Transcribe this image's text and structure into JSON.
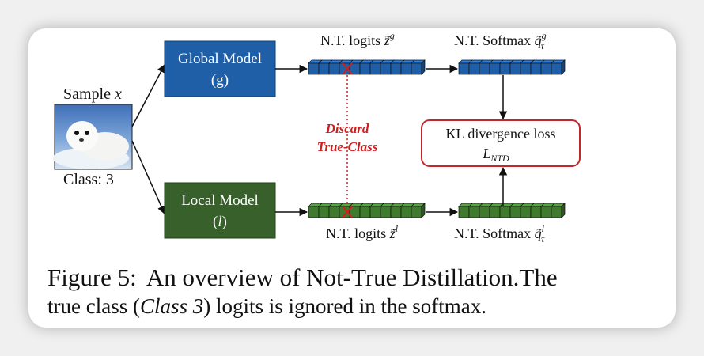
{
  "diagram": {
    "sample": {
      "label_prefix": "Sample",
      "label_var": "x",
      "class_label": "Class: 3"
    },
    "global_model": {
      "title": "Global Model",
      "symbol": "(g)",
      "color": "#1f5fa8"
    },
    "local_model": {
      "title": "Local Model",
      "symbol_open": "(",
      "symbol_var": "l",
      "symbol_close": ")",
      "color": "#37602a"
    },
    "global_logits_label": {
      "prefix": "N.T. logits",
      "var": "z̃",
      "sup": "g"
    },
    "local_logits_label": {
      "prefix": "N.T. logits",
      "var": "z̃",
      "sup": "l"
    },
    "global_softmax_label": {
      "prefix": "N.T. Softmax",
      "var": "q̃",
      "sup": "g",
      "sub": "τ"
    },
    "local_softmax_label": {
      "prefix": "N.T. Softmax",
      "var": "q̃",
      "sup": "l",
      "sub": "τ"
    },
    "discard_note": {
      "line1": "Discard",
      "line2": "True-Class",
      "color": "#cc1f1f"
    },
    "loss_box": {
      "title": "KL divergence loss",
      "symbol": "L",
      "symbol_sub": "NTD",
      "border_color": "#c0282d"
    },
    "vector_colors": {
      "global": "#1f5fa8",
      "local": "#3f7a2e"
    }
  },
  "caption": {
    "figure_label": "Figure 5:",
    "line1_text": "An overview of Not-True Distillation.The",
    "line2_before": "true class (",
    "line2_emph": "Class 3",
    "line2_after": ") logits is ignored in the softmax."
  }
}
